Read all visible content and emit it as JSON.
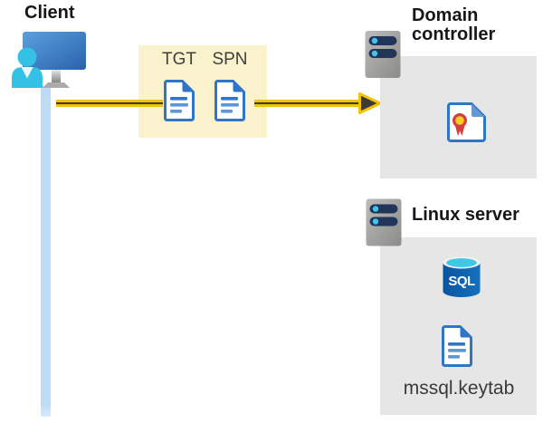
{
  "client": {
    "label": "Client"
  },
  "tickets": {
    "tgt": "TGT",
    "spn": "SPN"
  },
  "domain_controller": {
    "label": "Domain controller"
  },
  "linux_server": {
    "label": "Linux server",
    "sql": "SQL",
    "keytab": "mssql.keytab"
  },
  "icons": {
    "client": "person-at-workstation-icon",
    "server": "server-tower-icon",
    "document": "blue-document-icon",
    "certificate": "certificate-ribbon-icon",
    "database": "sql-database-cylinder-icon",
    "arrow": "gold-request-arrow-right"
  },
  "colors": {
    "arrow_gold": "#F3C300",
    "arrow_core": "#3B3A39",
    "ticket_box_bg": "#FAF2CC",
    "panel_gray": "#E7E6E6",
    "doc_blue": "#2F76C8",
    "doc_blue_light": "#5E97D5",
    "client_cyan": "#33C1E5",
    "timeline_blue": "#BDDAF7",
    "sql_body_blue": "#0C549C",
    "sql_top_cyan": "#3FC8E6",
    "cert_red": "#D63F3F",
    "cert_gold": "#FBCC26",
    "server_slot_navy": "#21355B",
    "server_dot_cyan": "#3FC6EE",
    "label_dark": "#171717"
  }
}
